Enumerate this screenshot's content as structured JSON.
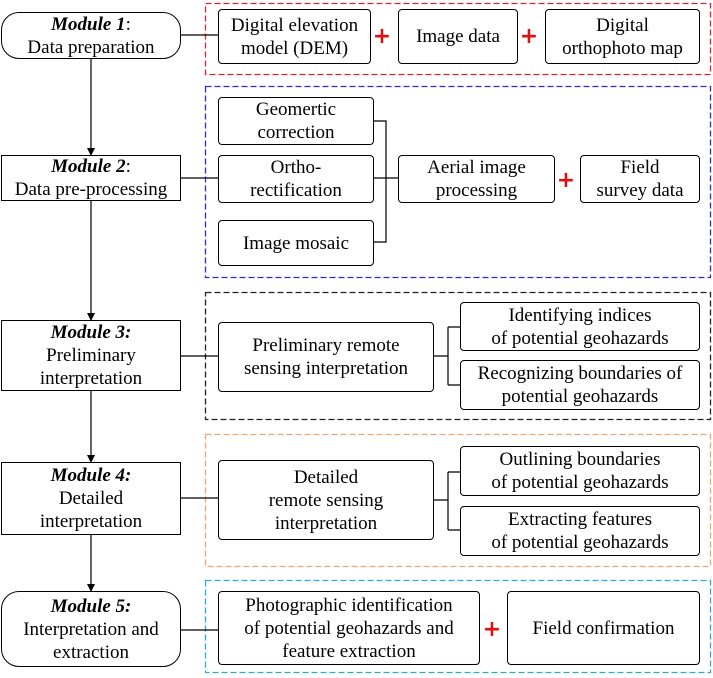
{
  "colors": {
    "group1_border": "#d9262c",
    "group2_border": "#2b2bd9",
    "group3_border": "#222222",
    "group4_border": "#f0a36a",
    "group5_border": "#2aa8d8",
    "plus": "#e11010"
  },
  "plus_sign": "+",
  "modules": [
    {
      "title": "Module 1",
      "sep": ":",
      "line1": "Data preparation",
      "line2": ""
    },
    {
      "title": "Module 2",
      "sep": ":",
      "line1": "Data pre-processing",
      "line2": ""
    },
    {
      "title": "Module 3:",
      "sep": "",
      "line1": "Preliminary",
      "line2": "interpretation"
    },
    {
      "title": "Module 4:",
      "sep": "",
      "line1": "Detailed",
      "line2": "interpretation"
    },
    {
      "title": "Module 5:",
      "sep": "",
      "line1": "Interpretation and",
      "line2": "extraction"
    }
  ],
  "group1": {
    "dem": [
      "Digital elevation",
      "model (DEM)"
    ],
    "image_data": [
      "Image data"
    ],
    "orthophoto": [
      "Digital",
      "orthophoto map"
    ]
  },
  "group2": {
    "geometric": [
      "Geomertic",
      "correction"
    ],
    "ortho": [
      "Ortho-",
      "rectification"
    ],
    "mosaic": [
      "Image mosaic"
    ],
    "aerial": [
      "Aerial image",
      "processing"
    ],
    "field_survey": [
      "Field",
      "survey data"
    ]
  },
  "group3": {
    "prelim": [
      "Preliminary remote",
      "sensing interpretation"
    ],
    "indices": [
      "Identifying indices",
      "of potential geohazards"
    ],
    "boundaries": [
      "Recognizing boundaries of",
      "potential geohazards"
    ]
  },
  "group4": {
    "detailed": [
      "Detailed",
      "remote sensing",
      "interpretation"
    ],
    "outlining": [
      "Outlining boundaries",
      "of potential geohazards"
    ],
    "extracting": [
      "Extracting features",
      "of potential geohazards"
    ]
  },
  "group5": {
    "photo": [
      "Photographic identification",
      "of potential geohazards and",
      "feature extraction"
    ],
    "confirm": [
      "Field confirmation"
    ]
  }
}
